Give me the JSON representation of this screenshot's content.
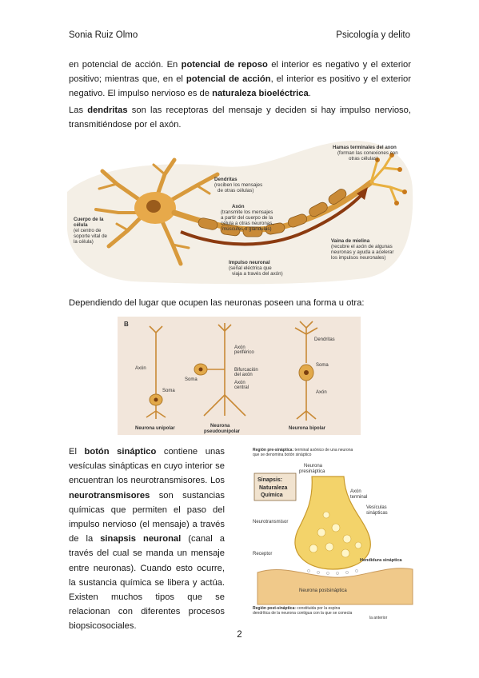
{
  "header": {
    "author": "Sonia Ruiz Olmo",
    "subject": "Psicología y delito"
  },
  "p1": {
    "t1": "en potencial de acción. En ",
    "b1": "potencial de reposo",
    "t2": " el interior es negativo y el exterior positivo; mientras que, en el ",
    "b2": "potencial de acción",
    "t3": ", el interior es positivo y el exterior negativo. El impulso nervioso es de ",
    "b3": "naturaleza bioeléctrica",
    "t4": "."
  },
  "p2": {
    "t1": "Las ",
    "b1": "dendritas",
    "t2": " son las receptoras del mensaje y deciden si hay impulso nervioso, transmitiéndose por el axón."
  },
  "fig1": {
    "hamas_title": "Hamas terminales del axon",
    "hamas_sub1": "(forman las conexiones con",
    "hamas_sub2": "otras células)",
    "dend_title": "Dendritas",
    "dend_sub1": "(reciben los mensajes",
    "dend_sub2": "de otras células)",
    "axon_title": "Axón",
    "axon_sub1": "(transmite los mensajes",
    "axon_sub2": "a partir del cuerpo de la",
    "axon_sub3": "célula a otras neuronas,",
    "axon_sub4": "músculos o glándulas)",
    "cuerpo_title1": "Cuerpo de la",
    "cuerpo_title2": "célula",
    "cuerpo_sub1": "(el centro de",
    "cuerpo_sub2": "soporte vital de",
    "cuerpo_sub3": "la célula)",
    "vaina_title": "Vaina de mielina",
    "vaina_sub1": "(recubre el axón de algunas",
    "vaina_sub2": "neuronas y ayuda a acelerar",
    "vaina_sub3": "los impulsos neuronales)",
    "impulso_title": "Impulso neuronal",
    "impulso_sub1": "(señal eléctrica que",
    "impulso_sub2": "viaja a través del axón)"
  },
  "p3": {
    "text": "Dependiendo del lugar que ocupen las neuronas poseen una forma u otra:"
  },
  "fig2": {
    "letter": "B",
    "axon1": "Axón",
    "soma1": "Soma",
    "cap1": "Neurona unipolar",
    "axon_periferico1": "Axón",
    "axon_periferico2": "periférico",
    "soma2": "Soma",
    "bif1": "Bifurcación",
    "bif2": "del axón",
    "axon_central1": "Axón",
    "axon_central2": "central",
    "cap2a": "Neurona",
    "cap2b": "pseudounipolar",
    "dendritas3": "Dendritas",
    "soma3": "Soma",
    "axon3": "Axón",
    "cap3": "Neurona bipolar"
  },
  "p4": {
    "t1": "El ",
    "b1": "botón sináptico",
    "t2": " contiene unas vesículas sinápticas en cuyo interior se encuentran los neurotransmisores. Los ",
    "b2": "neurotransmisores",
    "t3": " son sustancias químicas que permiten el paso del impulso nervioso (el mensaje) a través de la ",
    "b3": "sinapsis neuronal",
    "t4": " (canal a través del cual se manda un mensaje entre neuronas). Cuando esto ocurre, la sustancia química se libera y actúa. Existen muchos tipos que se relacionan con diferentes procesos biopsicosociales."
  },
  "fig3": {
    "top1a": "Región pre-sináptica:",
    "top1b": " terminal axónico de una neurona",
    "top2": "que se denomina botón sináptico",
    "neurona_pre1": "Neurona",
    "neurona_pre2": "presináptica",
    "sinapsis_title": "Sinapsis:",
    "sinapsis_sub1": "Naturaleza",
    "sinapsis_sub2": "Química",
    "axon_term1": "Axón",
    "axon_term2": "terminal",
    "vesiculas1": "Vesículas",
    "vesiculas2": "sinápticas",
    "neurotransmisor": "Neurotransmisor",
    "receptor": "Receptor",
    "hendidura": "Hendidura sináptica",
    "neurona_post": "Neurona postsináptica",
    "bot1a": "Región post-sináptica:",
    "bot1b": " constituida por la espina",
    "bot2": "dendrítica de la neurona contigua con la que se conecta",
    "bot3": "la anterior"
  },
  "footer": {
    "page": "2"
  }
}
